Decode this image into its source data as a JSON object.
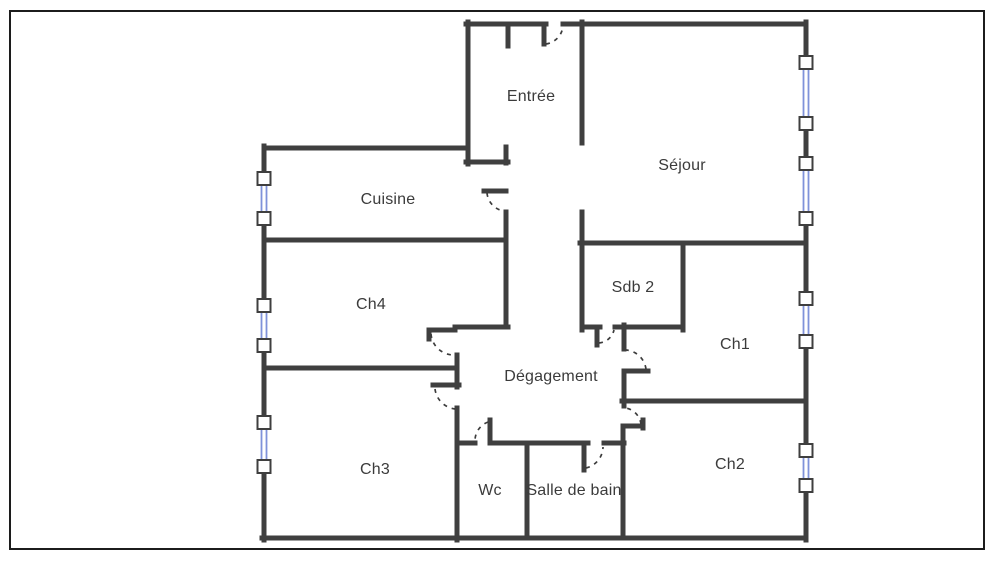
{
  "plan": {
    "kind": "apartment-floor-plan",
    "rooms": [
      {
        "label": "Entrée"
      },
      {
        "label": "Séjour"
      },
      {
        "label": "Cuisine"
      },
      {
        "label": "Ch4"
      },
      {
        "label": "Sdb 2"
      },
      {
        "label": "Ch1"
      },
      {
        "label": "Dégagement"
      },
      {
        "label": "Ch3"
      },
      {
        "label": "Wc"
      },
      {
        "label": "Salle de bain"
      },
      {
        "label": "Ch2"
      }
    ]
  },
  "colors": {
    "wall": "#3f3f3f",
    "window_accent": "#7f92da",
    "text": "#3b3b3b",
    "frame_border": "#1c1c1c",
    "background": "#ffffff"
  }
}
